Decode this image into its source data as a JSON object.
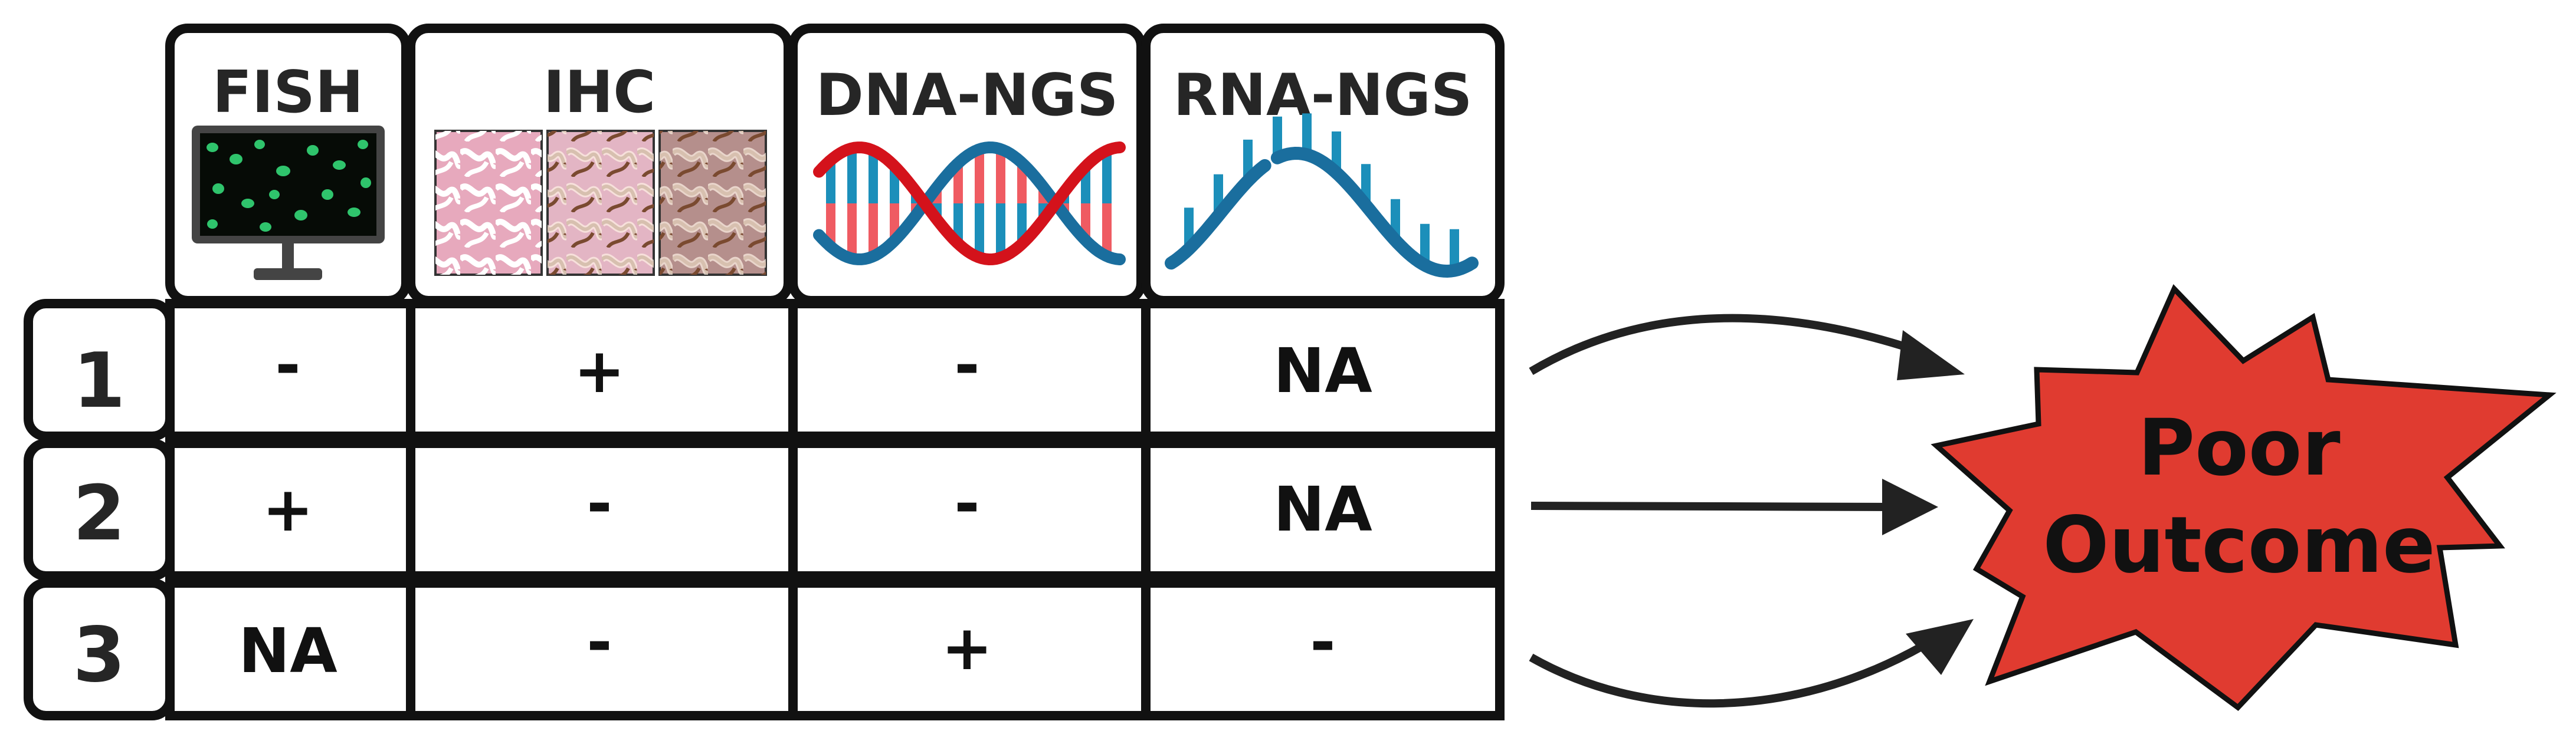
{
  "table": {
    "columns": [
      {
        "label": "FISH",
        "icon": "fluorescence-microscope-monitor-icon"
      },
      {
        "label": "IHC",
        "icon": "ihc-tissue-stain-panels-icon"
      },
      {
        "label": "DNA-NGS",
        "icon": "dna-double-helix-icon"
      },
      {
        "label": "RNA-NGS",
        "icon": "rna-single-strand-icon"
      }
    ],
    "rows": [
      {
        "label": "1",
        "cells": [
          "-",
          "+",
          "-",
          "NA"
        ]
      },
      {
        "label": "2",
        "cells": [
          "+",
          "-",
          "-",
          "NA"
        ]
      },
      {
        "label": "3",
        "cells": [
          "NA",
          "-",
          "+",
          "-"
        ]
      }
    ]
  },
  "outcome": {
    "line1": "Poor",
    "line2": "Outcome",
    "color": "#e03b30"
  },
  "colors": {
    "dna_red": "#d4121b",
    "dna_blue": "#1a6e9e",
    "dna_teal": "#1c8fba",
    "fish_cell": "#2fc46c",
    "ihc_pink": "#e7a9bd",
    "ihc_brown": "#7a4a30"
  }
}
